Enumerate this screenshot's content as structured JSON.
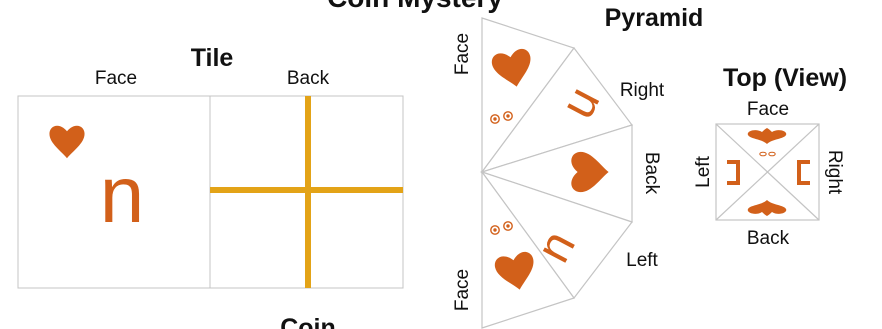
{
  "colors": {
    "accent": "#D2601A",
    "cross": "#E3A317",
    "panel_border": "#c4c4c4",
    "text": "#111111"
  },
  "top_cut_title": "Coin Mystery",
  "tile": {
    "title": "Tile",
    "face_label": "Face",
    "back_label": "Back",
    "face_icon": "heart-icon",
    "face_letter": "n",
    "back_icon": "cross-icon"
  },
  "coin": {
    "title": "Coin"
  },
  "pyramid": {
    "title": "Pyramid",
    "labels": {
      "face_top": "Face",
      "right": "Right",
      "back": "Back",
      "left": "Left",
      "face_bottom": "Face"
    },
    "glyphs": {
      "face": "heart-icon",
      "right": "n",
      "back": "heart-icon",
      "left": "n",
      "eyes": "eyes-icon"
    }
  },
  "top_view": {
    "title": "Top (View)",
    "labels": {
      "face": "Face",
      "back": "Back",
      "left": "Left",
      "right": "Right"
    }
  }
}
